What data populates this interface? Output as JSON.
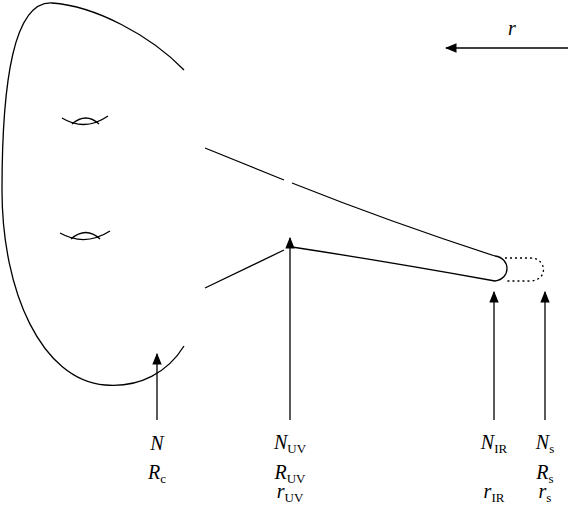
{
  "diagram": {
    "labels": [
      "r",
      "N",
      "Rc",
      "NUV",
      "RUV",
      "rUV",
      "NIR",
      "Ns",
      "Rs",
      "rIR",
      "rs"
    ]
  }
}
